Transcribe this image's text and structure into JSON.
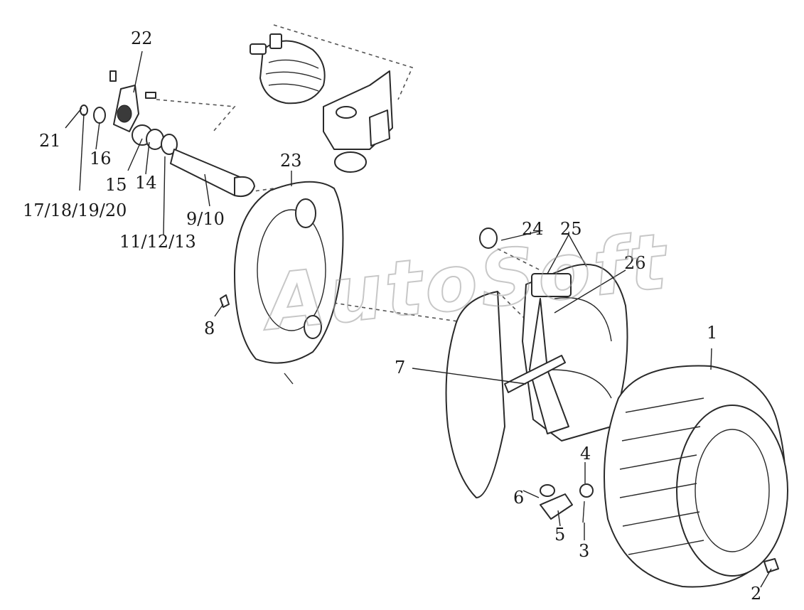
{
  "watermark": "AutoSoft",
  "callouts": {
    "c1": "1",
    "c2": "2",
    "c3": "3",
    "c4": "4",
    "c5": "5",
    "c6": "6",
    "c7": "7",
    "c8": "8",
    "c9_10": "9/10",
    "c11_12_13": "11/12/13",
    "c14": "14",
    "c15": "15",
    "c16": "16",
    "c17_18_19_20": "17/18/19/20",
    "c21": "21",
    "c22": "22",
    "c23": "23",
    "c24": "24",
    "c25": "25",
    "c26": "26"
  },
  "colors": {
    "line": "#2a2a2a",
    "background": "#ffffff",
    "watermark": "#9a9a9a"
  }
}
